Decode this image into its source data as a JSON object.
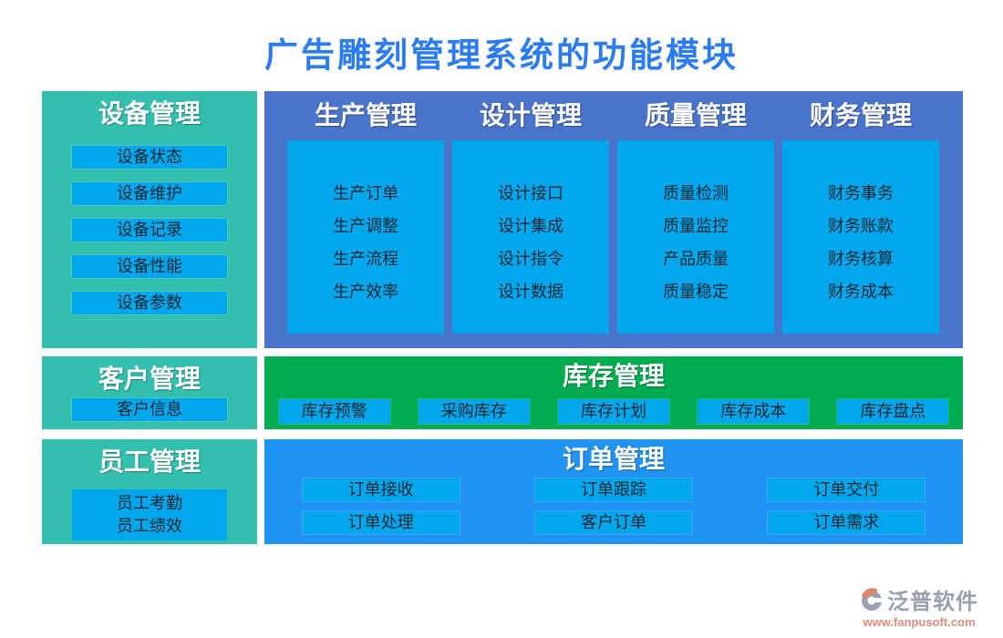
{
  "title": "广告雕刻管理系统的功能模块",
  "colors": {
    "title_blue": "#2b7bf2",
    "teal": "#33bfae",
    "bright_blue": "#00a7ec",
    "main_panel_blue": "#4a73cb",
    "green": "#00ac50",
    "order_blue": "#2193f3",
    "chip_text": "#0b2836",
    "logo_gray": "#989fad",
    "logo_url_salmon": "#dd8b7d"
  },
  "panels": {
    "equipment": {
      "title": "设备管理",
      "items": [
        "设备状态",
        "设备维护",
        "设备记录",
        "设备性能",
        "设备参数"
      ]
    },
    "main_columns": [
      {
        "title": "生产管理",
        "items": [
          "生产订单",
          "生产调整",
          "生产流程",
          "生产效率"
        ]
      },
      {
        "title": "设计管理",
        "items": [
          "设计接口",
          "设计集成",
          "设计指令",
          "设计数据"
        ]
      },
      {
        "title": "质量管理",
        "items": [
          "质量检测",
          "质量监控",
          "产品质量",
          "质量稳定"
        ]
      },
      {
        "title": "财务管理",
        "items": [
          "财务事务",
          "财务账款",
          "财务核算",
          "财务成本"
        ]
      }
    ],
    "customer": {
      "title": "客户管理",
      "items": [
        "客户信息"
      ]
    },
    "inventory": {
      "title": "库存管理",
      "items": [
        "库存预警",
        "采购库存",
        "库存计划",
        "库存成本",
        "库存盘点"
      ]
    },
    "employee": {
      "title": "员工管理",
      "items": [
        "员工考勤",
        "员工绩效"
      ]
    },
    "order": {
      "title": "订单管理",
      "items": [
        "订单接收",
        "订单跟踪",
        "订单交付",
        "订单处理",
        "客户订单",
        "订单需求"
      ]
    }
  },
  "footer": {
    "logo_text": "泛普软件",
    "logo_url": "www.fanpusoft.com"
  }
}
